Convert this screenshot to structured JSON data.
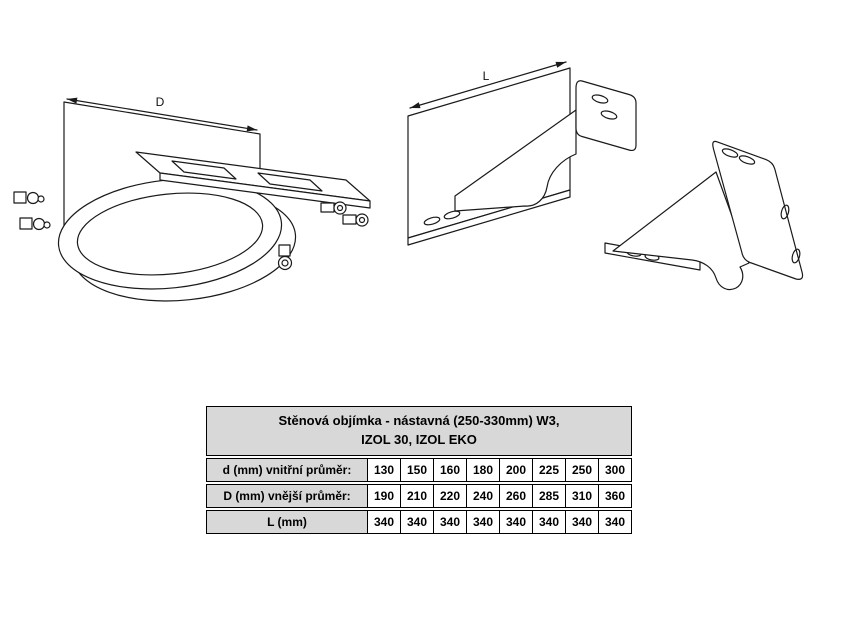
{
  "drawings": {
    "dim_d_label": "D",
    "dim_l_label": "L"
  },
  "table": {
    "title_line1": "Stěnová objímka - nástavná (250-330mm) W3,",
    "title_line2": "IZOL 30, IZOL EKO",
    "rows": [
      {
        "label": "d (mm) vnitřní průměr:",
        "values": [
          "130",
          "150",
          "160",
          "180",
          "200",
          "225",
          "250",
          "300"
        ]
      },
      {
        "label": "D (mm) vnější průměr:",
        "values": [
          "190",
          "210",
          "220",
          "240",
          "260",
          "285",
          "310",
          "360"
        ]
      },
      {
        "label": "L (mm)",
        "values": [
          "340",
          "340",
          "340",
          "340",
          "340",
          "340",
          "340",
          "340"
        ]
      }
    ]
  },
  "colors": {
    "table_header_bg": "#d8d8d8",
    "line": "#1a1a1a",
    "background": "#ffffff"
  }
}
